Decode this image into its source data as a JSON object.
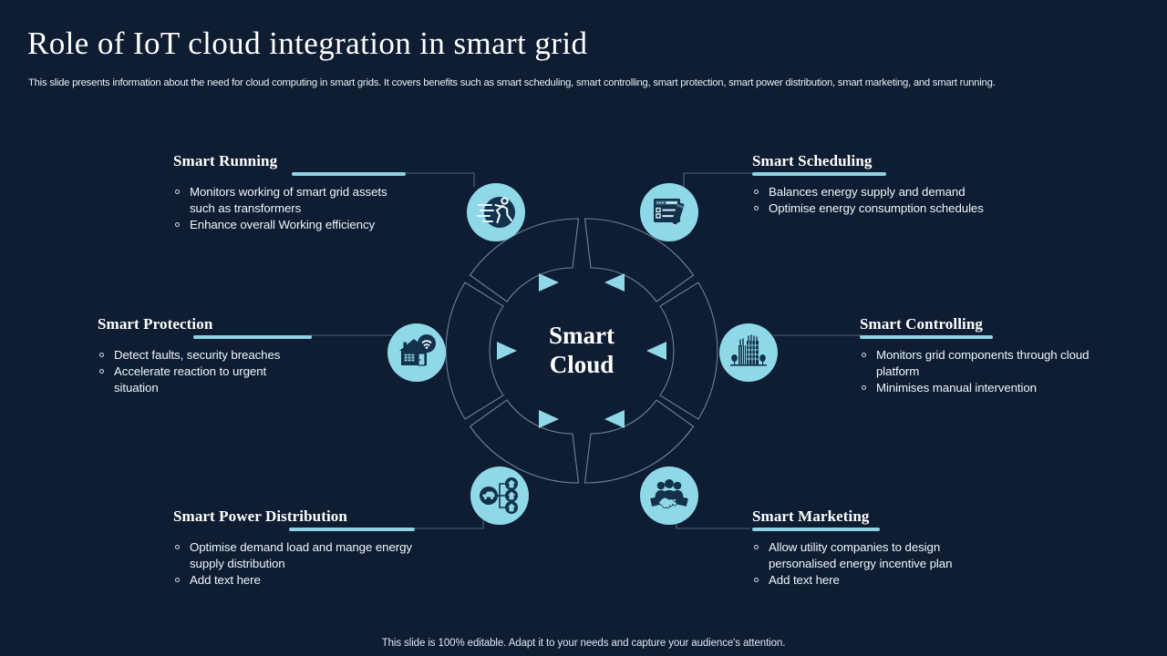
{
  "slide": {
    "title": "Role of IoT cloud integration in smart grid",
    "subtitle": "This slide presents information about the need for cloud computing in smart grids. It covers benefits such as smart scheduling, smart controlling, smart protection, smart power distribution, smart marketing, and smart running.",
    "footer": "This slide is 100% editable. Adapt it to your needs and capture your audience's attention.",
    "background_color": "#0e1d32",
    "accent_color": "#8fd8e8",
    "text_color": "#ffffff"
  },
  "diagram": {
    "center_line1": "Smart",
    "center_line2": "Cloud",
    "ring_stroke_color": "#6d8298",
    "arrow_color": "#8fd8e8",
    "nodes": [
      {
        "id": "smart-running",
        "heading": "Smart Running",
        "icon": "running-person-icon",
        "bullets": [
          "Monitors working of smart grid assets such as transformers",
          "Enhance overall Working efficiency"
        ]
      },
      {
        "id": "smart-scheduling",
        "heading": "Smart Scheduling",
        "icon": "checklist-pencil-icon",
        "bullets": [
          "Balances energy supply and demand",
          "Optimise energy consumption schedules"
        ]
      },
      {
        "id": "smart-protection",
        "heading": "Smart Protection",
        "icon": "smart-home-wifi-icon",
        "bullets": [
          "Detect faults, security breaches",
          "Accelerate reaction to urgent situation"
        ]
      },
      {
        "id": "smart-controlling",
        "heading": "Smart Controlling",
        "icon": "city-buildings-icon",
        "bullets": [
          "Monitors grid components through cloud platform",
          "Minimises manual intervention"
        ]
      },
      {
        "id": "smart-power-distribution",
        "heading": "Smart Power Distribution",
        "icon": "vehicle-homes-network-icon",
        "bullets": [
          "Optimise demand load and mange energy supply distribution",
          "Add text here"
        ]
      },
      {
        "id": "smart-marketing",
        "heading": "Smart Marketing",
        "icon": "handshake-people-icon",
        "bullets": [
          "Allow utility companies to design personalised energy incentive plan",
          "Add text here"
        ]
      }
    ]
  }
}
